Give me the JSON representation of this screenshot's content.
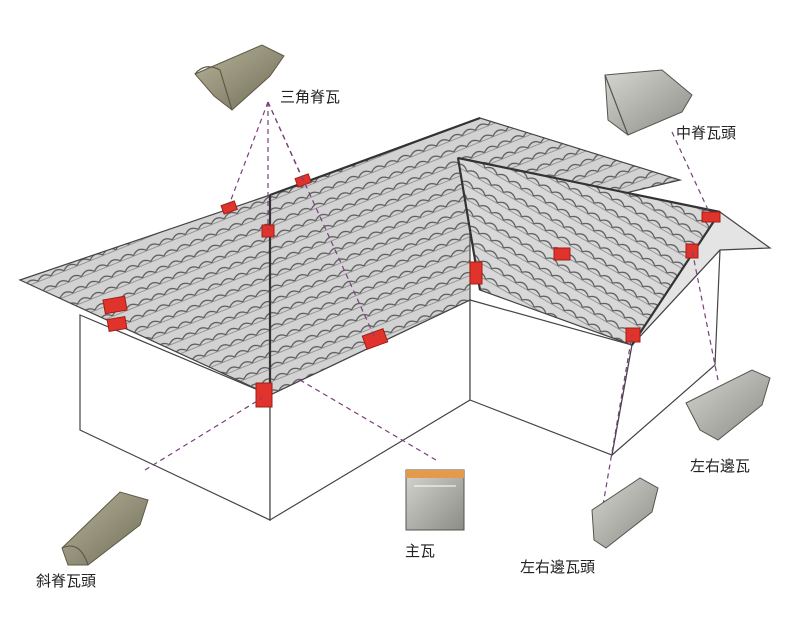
{
  "labels": {
    "triangle_ridge_tile": "三角脊瓦",
    "middle_ridge_end_tile": "中脊瓦頭",
    "side_edge_tile": "左右邊瓦",
    "side_edge_end_tile": "左右邊瓦頭",
    "main_tile": "主瓦",
    "hip_ridge_end_tile": "斜脊瓦頭"
  },
  "colors": {
    "highlight": "#e0332b",
    "leader_line": "#7a3f7a",
    "roof_line": "#444444",
    "tile_fill": "#bdbdbd",
    "wall_fill": "#ffffff",
    "tile_model_fill": "#8a8770"
  }
}
